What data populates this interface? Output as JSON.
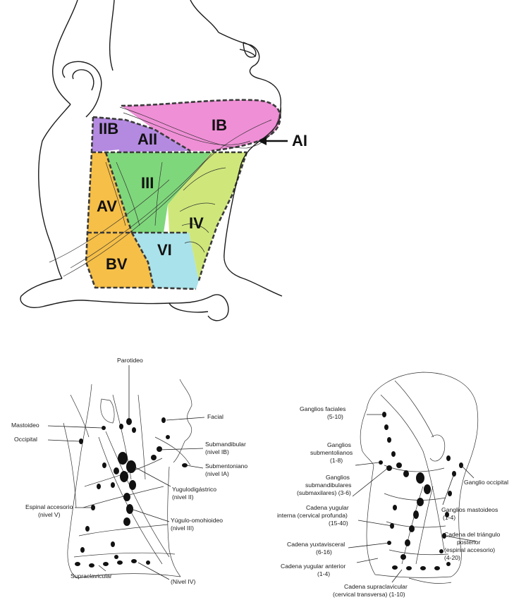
{
  "colors": {
    "IB": "#ef8fd6",
    "IIB": "#b48ae0",
    "IIA": "#b48ae0",
    "III": "#7fd77b",
    "IV": "#cfe77a",
    "VA": "#f6bf47",
    "VB": "#f6bf47",
    "VI": "#a9e2ea"
  },
  "top_diagram": {
    "zones": [
      "IB",
      "IIB",
      "AII",
      "III",
      "AV",
      "IV",
      "BV",
      "VI"
    ],
    "arrow_label": "AI"
  },
  "left_diagram": {
    "labels": {
      "parotideo": "Parotideo",
      "mastoideo": "Mastoideo",
      "occipital": "Occipital",
      "facial": "Facial",
      "submandibular": "Submandibular",
      "submandibular_level": "(nivel IB)",
      "submentoniano": "Submentoniano",
      "submentoniano_level": "(nivel IA)",
      "yugulodigastrico": "Yugulodigástrico",
      "yugulodigastrico_level": "(nivel II)",
      "espinal": "Espinal accesorio",
      "espinal_level": "(nivel V)",
      "yugulo_omohioideo": "Yúgulo-omohioideo",
      "yugulo_omohioideo_level": "(nivel III)",
      "supraclavicular": "Supraclavicular",
      "nivel_iv": "(Nivel IV)"
    }
  },
  "right_diagram": {
    "labels": {
      "faciales": "Ganglios faciales",
      "faciales_n": "(5-10)",
      "submentolianos": "Ganglios",
      "submentolianos_2": "submentolianos",
      "submentolianos_n": "(1-8)",
      "submandibulares": "Ganglios",
      "submandibulares_2": "submandibulares",
      "submandibulares_3": "(submaxilares) (3-6)",
      "yugular_interna": "Cadena yugular",
      "yugular_interna_2": "interna (cervical profunda)",
      "yugular_interna_n": "(15-40)",
      "yuxtavisceral": "Cadena yuxtavisceral",
      "yuxtavisceral_n": "(6-16)",
      "yugular_anterior": "Cadena yugular anterior",
      "yugular_anterior_n": "(1-4)",
      "supraclavicular": "Cadena supraclavicular",
      "supraclavicular_2": "(cervical transversa) (1-10)",
      "occipital": "Ganglio occipital",
      "mastoideos": "Ganglios mastoideos",
      "mastoideos_n": "(1-4)",
      "triangulo": "Cadena del triángulo",
      "triangulo_2": "posterior",
      "triangulo_3": "(espinal accesorio)",
      "triangulo_n": "(4-20)"
    }
  }
}
